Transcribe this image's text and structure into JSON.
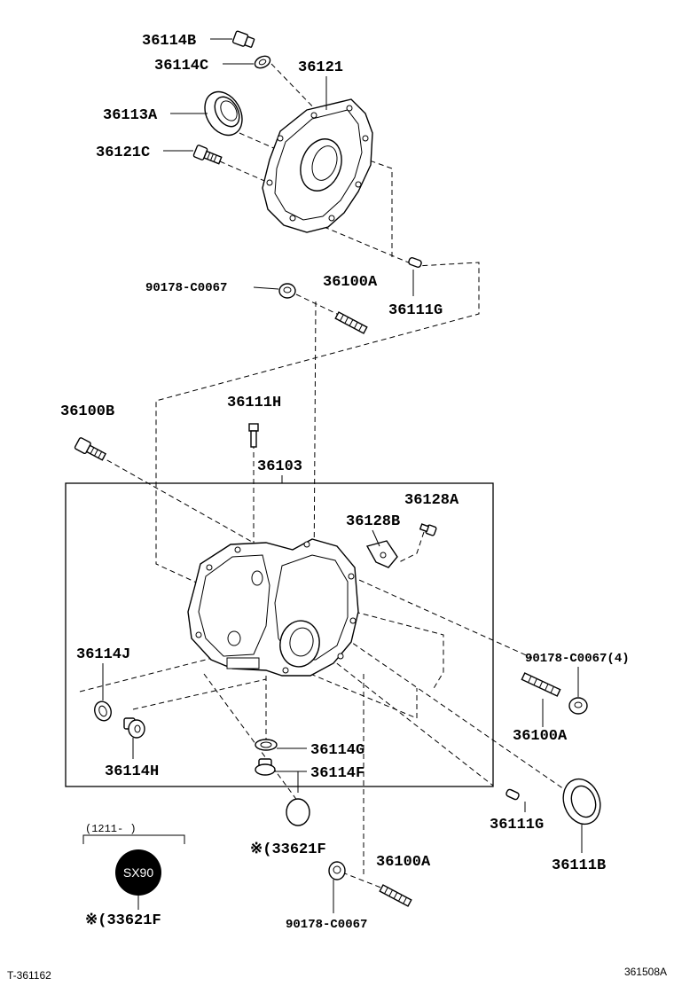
{
  "labels": {
    "p36114B": "36114B",
    "p36114C": "36114C",
    "p36121": "36121",
    "p36113A": "36113A",
    "p36121C": "36121C",
    "p90178_top": "90178-C0067",
    "p36100A_top": "36100A",
    "p36111G_top": "36111G",
    "p36100B": "36100B",
    "p36111H": "36111H",
    "p36103": "36103",
    "p36128A": "36128A",
    "p36128B": "36128B",
    "p36114J": "36114J",
    "p36114H": "36114H",
    "p36114G": "36114G",
    "p36114F": "36114F",
    "p90178_right": "90178-C0067(4)",
    "p36100A_right": "36100A",
    "p36111G_bottom": "36111G",
    "p36111B": "36111B",
    "p33621F_mid": "※(33621F",
    "p36100A_bottom": "36100A",
    "p90178_bottom": "90178-C0067",
    "p33621F_bottom": "※(33621F"
  },
  "date_range": "(1211-    )",
  "badge": "SX90",
  "footer": {
    "left_code": "T-361162",
    "right_code": "361508A"
  }
}
